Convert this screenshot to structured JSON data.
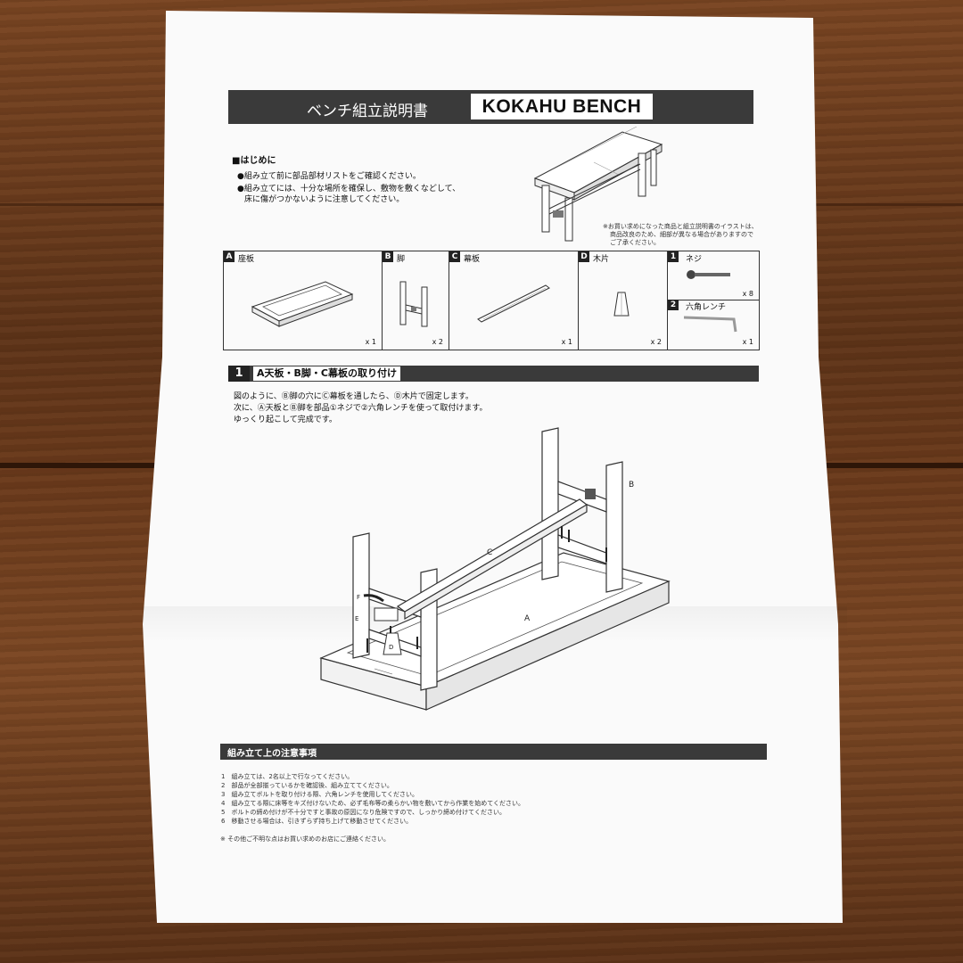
{
  "header": {
    "title_jp": "ベンチ組立説明書",
    "product": "KOKAHU BENCH"
  },
  "intro": {
    "heading": "■はじめに",
    "bullets": [
      "●組み立て前に部品部材リストをご確認ください。",
      "●組み立てには、十分な場所を確保し、敷物を敷くなどして、",
      "床に傷がつかないように注意してください。"
    ],
    "image_note": [
      "※お買い求めになった商品と組立説明書のイラストは、",
      "商品改良のため、細部が異なる場合がありますので",
      "ご了承ください。"
    ]
  },
  "parts": [
    {
      "badge": "A",
      "name": "座板",
      "qty": "x 1"
    },
    {
      "badge": "B",
      "name": "脚",
      "qty": "x 2"
    },
    {
      "badge": "C",
      "name": "幕板",
      "qty": "x 1"
    },
    {
      "badge": "D",
      "name": "木片",
      "qty": "x 2"
    },
    {
      "badge": "1",
      "name": "ネジ",
      "qty": "x 8"
    },
    {
      "badge": "2",
      "name": "六角レンチ",
      "qty": "x 1"
    }
  ],
  "step1": {
    "number": "1",
    "title": "A天板・B脚・C幕板の取り付け",
    "lines": [
      "図のように、Ⓑ脚の穴にⒸ幕板を通したら、Ⓓ木片で固定します。",
      "次に、Ⓐ天板とⒷ脚を部品①ネジで②六角レンチを使って取付けます。",
      "ゆっくり起こして完成です。"
    ],
    "diagram_labels": {
      "a": "A",
      "b": "B",
      "c": "C",
      "d": "D",
      "e": "E",
      "f": "F"
    }
  },
  "notes": {
    "heading": "組み立て上の注意事項",
    "items": [
      "1　組み立ては、2名以上で行なってください。",
      "2　部品が全部揃っているかを確認後、組み立ててください。",
      "3　組み立てボルトを取り付ける際、六角レンチを使用してください。",
      "4　組み立てる際に床等をキズ付けないため、必ず毛布等の柔らかい物を敷いてから作業を始めてください。",
      "5　ボルトの締め付けが不十分ですと事故の原因になり危険ですので、しっかり締め付けてください。",
      "6　移動させる場合は、引きずらず持ち上げて移動させてください。"
    ],
    "footer": "※ その他ご不明な点はお買い求めのお店にご連絡ください。"
  }
}
